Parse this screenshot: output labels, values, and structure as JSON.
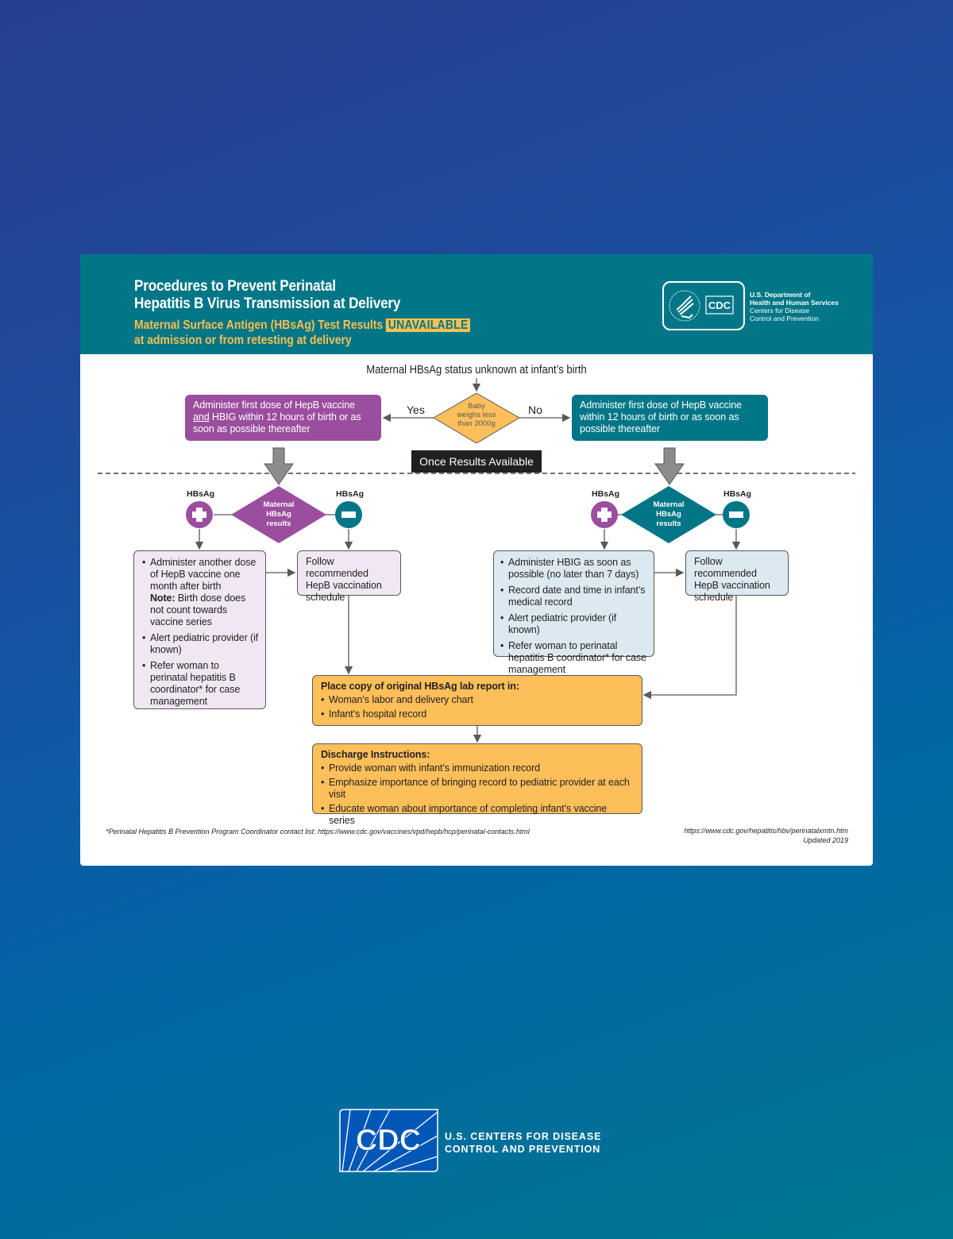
{
  "header": {
    "title_line1": "Procedures to Prevent Perinatal",
    "title_line2": "Hepatitis B Virus Transmission at Delivery",
    "subtitle_line1": "Maternal Surface Antigen (HBsAg) Test Results",
    "subtitle_badge": "UNAVAILABLE",
    "subtitle_line2": "at admission or from retesting at delivery",
    "hhs": {
      "line1": "U.S. Department of",
      "line2": "Health and Human Services",
      "line3": "Centers for Disease",
      "line4": "Control and Prevention",
      "cdc_mark": "CDC"
    }
  },
  "flow": {
    "start": "Maternal HBsAg status unknown at infant’s birth",
    "decision": {
      "line1": "Baby",
      "line2": "weighs less",
      "line3": "than 2000g"
    },
    "yes_label": "Yes",
    "no_label": "No",
    "yes_box": {
      "part1": "Administer first dose of HepB vaccine",
      "underlined": "and",
      "part2": " HBIG within 12 hours of birth or as soon as possible thereafter"
    },
    "no_box": "Administer first dose of HepB vaccine within 12 hours of birth or as soon as possible thereafter",
    "divider_label": "Once Results Available",
    "result_diamond": {
      "line1": "Maternal",
      "line2": "HBsAg",
      "line3": "results"
    },
    "hbsag_label": "HBsAg",
    "left_positive": {
      "items": [
        "Administer another dose of HepB vaccine one month after birth",
        "Alert pediatric provider (if known)",
        "Refer woman to perinatal hepatitis B coordinator* for case management"
      ],
      "note_label": "Note:",
      "note_text": " Birth dose does not count towards vaccine series"
    },
    "left_negative": "Follow recommended HepB vaccination schedule",
    "right_positive": {
      "items": [
        "Administer HBIG as soon as possible (no later than 7 days)",
        "Record date and time in infant’s medical record",
        "Alert pediatric provider (if known)",
        "Refer woman to perinatal hepatitis B coordinator* for case management"
      ]
    },
    "right_negative": "Follow recommended HepB vaccination schedule",
    "lab_report": {
      "heading": "Place copy of original HBsAg lab report in:",
      "items": [
        "Woman’s labor and delivery chart",
        "Infant’s hospital record"
      ]
    },
    "discharge": {
      "heading": "Discharge Instructions:",
      "items": [
        "Provide woman with infant’s immunization record",
        "Emphasize importance of bringing record to pediatric provider at each visit",
        "Educate woman about importance of completing infant’s vaccine series"
      ]
    }
  },
  "footer": {
    "footnote": "*Perinatal Hepatitis B Prevention Program Coordinator contact list: https://www.cdc.gov/vaccines/vpd/hepb/hcp/perinatal-contacts.html",
    "source_url": "https://www.cdc.gov/hepatitis/hbv/perinatalxmtn.htm",
    "updated": "Updated 2019"
  },
  "page_logo": {
    "mark": "CDC",
    "line1": "U.S. CENTERS FOR DISEASE",
    "line2": "CONTROL AND PREVENTION"
  },
  "colors": {
    "teal": "#007687",
    "purple": "#9b4d9e",
    "gold": "#fdbf5a",
    "subtitle_gold": "#fbbf51",
    "lavender": "#f0e7f2",
    "light_blue": "#dde9f0",
    "dark": "#231f20"
  }
}
